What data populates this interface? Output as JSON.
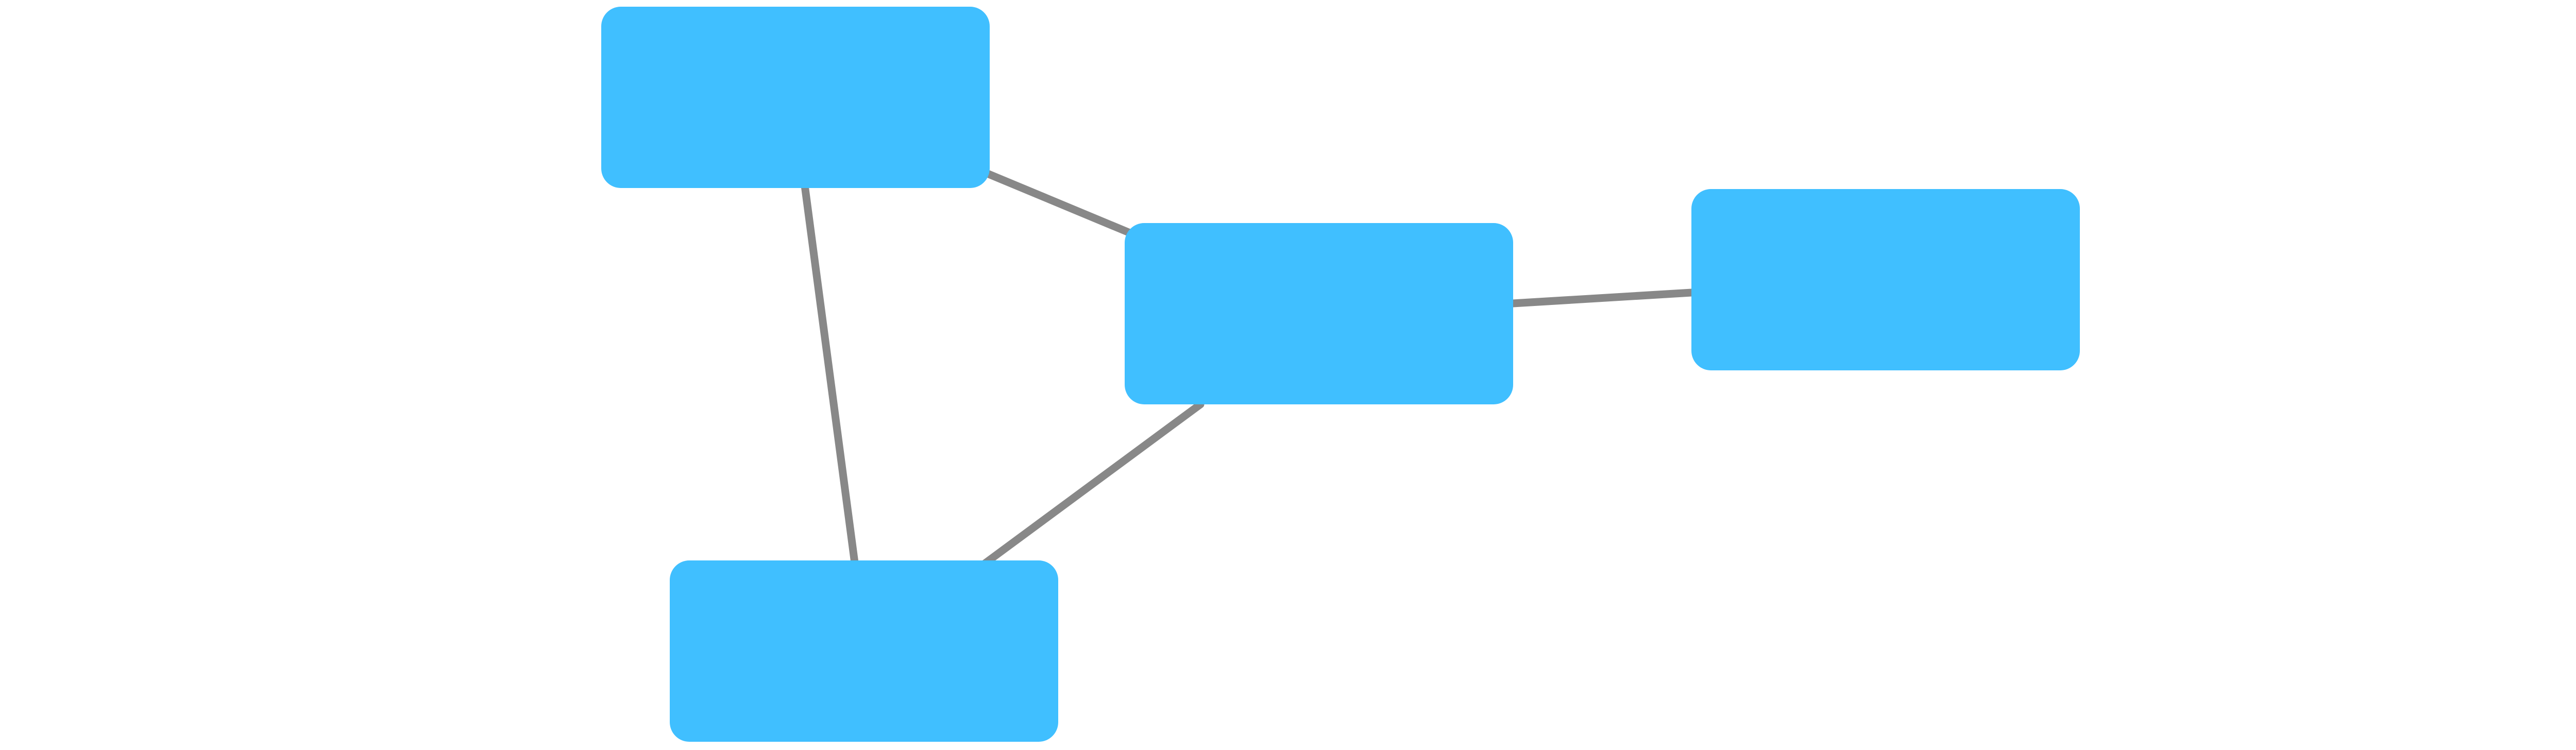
{
  "diagram": {
    "nodes": [
      {
        "id": "a",
        "label": ""
      },
      {
        "id": "b",
        "label": ""
      },
      {
        "id": "c",
        "label": ""
      },
      {
        "id": "d",
        "label": ""
      }
    ],
    "edges": [
      {
        "from": "a",
        "to": "b"
      },
      {
        "from": "a",
        "to": "d"
      },
      {
        "from": "b",
        "to": "c"
      },
      {
        "from": "b",
        "to": "d"
      }
    ],
    "colors": {
      "node_fill": "#40BFFF",
      "edge_stroke": "#888888",
      "background": "#FFFFFF"
    }
  }
}
